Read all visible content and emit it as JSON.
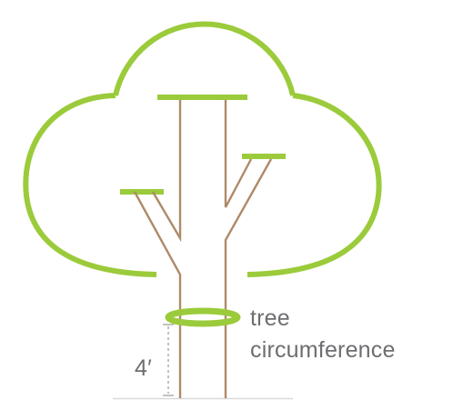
{
  "colors": {
    "canopy": "#9bcb3b",
    "trunk": "#ae8a68",
    "text": "#6d6e71",
    "measure": "#9a9a9a",
    "ground": "#d9d9d9"
  },
  "labels": {
    "measure_line1": "tree",
    "measure_line2": "circumference",
    "height": "4′"
  }
}
